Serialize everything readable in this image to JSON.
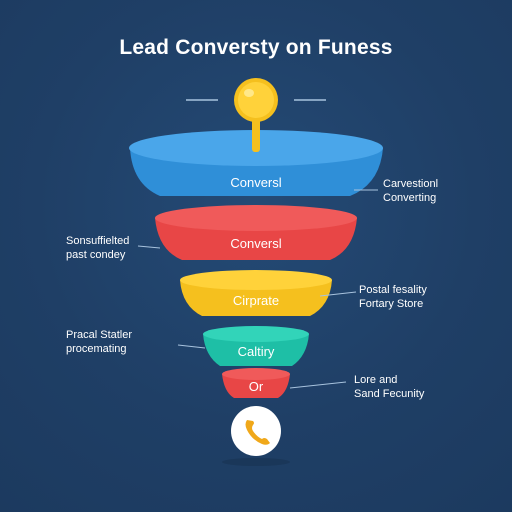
{
  "title": "Lead Conversty on Funess",
  "colors": {
    "background": "#1f3f66",
    "stage_1": "#2f8fd8",
    "stage_2": "#e84646",
    "stage_3": "#f5c01e",
    "stage_4": "#1ebfa6",
    "stage_5": "#e84646",
    "pin": "#f5c01e",
    "callout_line": "#a8c3de",
    "phone_circle": "#ffffff",
    "phone_icon": "#f0a81a"
  },
  "stages": [
    {
      "label": "Conversl"
    },
    {
      "label": "Conversl"
    },
    {
      "label": "Cirprate"
    },
    {
      "label": "Caltiry"
    },
    {
      "label": "Or"
    }
  ],
  "notes": {
    "right_1": {
      "line1": "Carvestionl",
      "line2": "Converting"
    },
    "left_1": {
      "line1": "Sonsuffielted",
      "line2": "past condey"
    },
    "right_2": {
      "line1": "Postal fesality",
      "line2": "Fortary Store"
    },
    "left_2": {
      "line1": "Pracal Statler",
      "line2": "procemating"
    },
    "right_3": {
      "line1": "Lore and",
      "line2": "Sand Fecunity"
    }
  },
  "icons": {
    "pin": "pin-icon",
    "phone": "phone-icon"
  }
}
